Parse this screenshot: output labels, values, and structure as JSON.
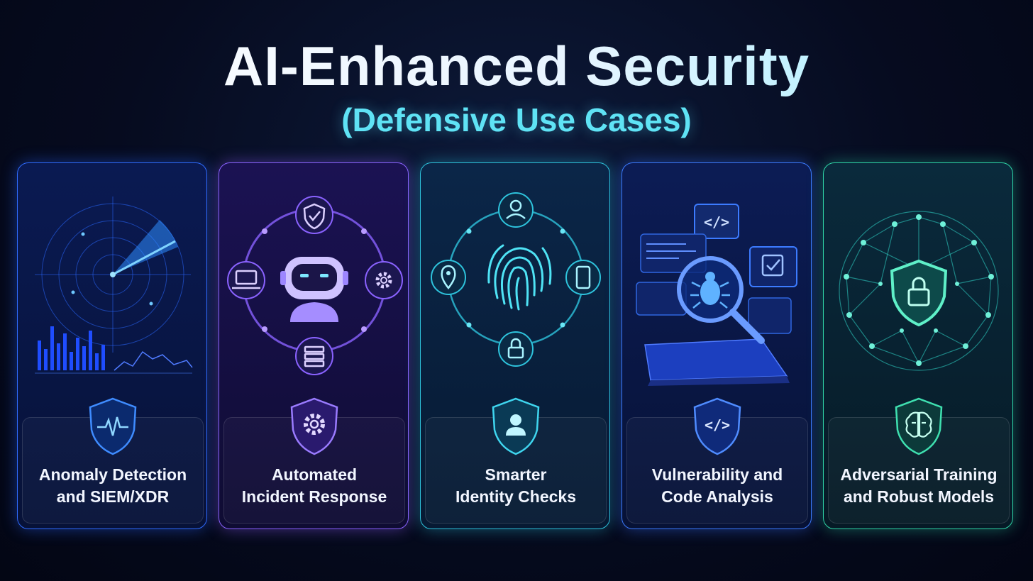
{
  "header": {
    "title": "AI-Enhanced Security",
    "subtitle": "(Defensive Use Cases)"
  },
  "cards": [
    {
      "line1": "Anomaly Detection",
      "line2": "and SIEM/XDR",
      "accent": "#2f6cff",
      "icon": "pulse-shield-icon",
      "illustration": "radar-icon"
    },
    {
      "line1": "Automated",
      "line2": "Incident Response",
      "accent": "#8a62ff",
      "icon": "gear-shield-icon",
      "illustration": "robot-icon"
    },
    {
      "line1": "Smarter",
      "line2": "Identity Checks",
      "accent": "#2ec3dc",
      "icon": "user-shield-icon",
      "illustration": "fingerprint-icon"
    },
    {
      "line1": "Vulnerability and",
      "line2": "Code Analysis",
      "accent": "#3c7bff",
      "icon": "code-shield-icon",
      "illustration": "bug-magnifier-icon"
    },
    {
      "line1": "Adversarial Training",
      "line2": "and Robust Models",
      "accent": "#2fd6a8",
      "icon": "brain-shield-icon",
      "illustration": "network-lock-icon"
    }
  ]
}
